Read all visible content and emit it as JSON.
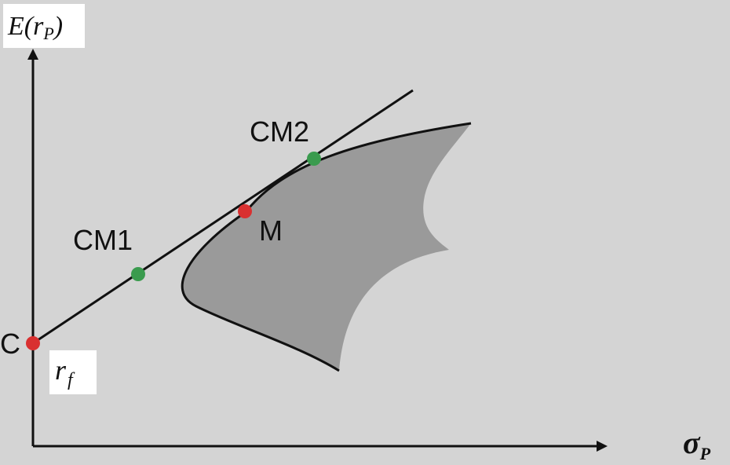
{
  "axes": {
    "y_label": "E(r",
    "y_label_sub": "P",
    "y_label_close": ")",
    "x_label": "σ",
    "x_label_sub": "P"
  },
  "points": {
    "c": {
      "label": "C",
      "color": "#d93030"
    },
    "cm1": {
      "label": "CM1",
      "color": "#3a9b4e"
    },
    "m": {
      "label": "M",
      "color": "#d93030"
    },
    "cm2": {
      "label": "CM2",
      "color": "#3a9b4e"
    }
  },
  "rf_label": {
    "main": "r",
    "sub": "f"
  },
  "colors": {
    "background": "#d4d4d4",
    "feasible_region": "#9a9a9a",
    "lines": "#111111",
    "label_box": "#ffffff"
  }
}
